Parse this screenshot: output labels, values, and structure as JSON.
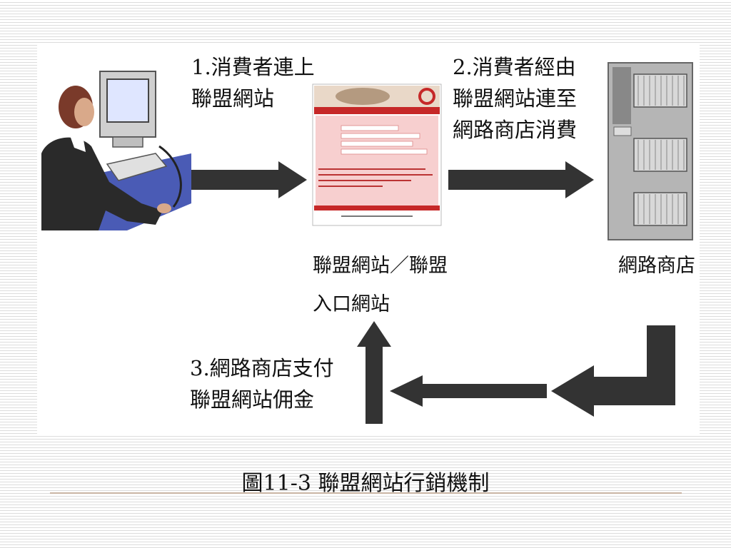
{
  "diagram": {
    "step1": [
      "1.消費者連上",
      "聯盟網站"
    ],
    "step2": [
      "2.消費者經由",
      "聯盟網站連至",
      "網路商店消費"
    ],
    "step3": [
      "3.網路商店支付",
      "聯盟網站佣金"
    ],
    "affiliate_site_label": [
      "聯盟網站／聯盟",
      "入口網站"
    ],
    "online_store_label": "網路商店",
    "caption": "圖11-3  聯盟網站行銷機制"
  },
  "colors": {
    "arrow": "#333333",
    "page_pink": "#f7cfcf",
    "page_red": "#c62828",
    "server_gray": "#b5b5b5"
  },
  "icons": {
    "consumer": "person-at-computer-icon",
    "affiliate_site": "web-page-screenshot-icon",
    "store": "server-icon"
  }
}
